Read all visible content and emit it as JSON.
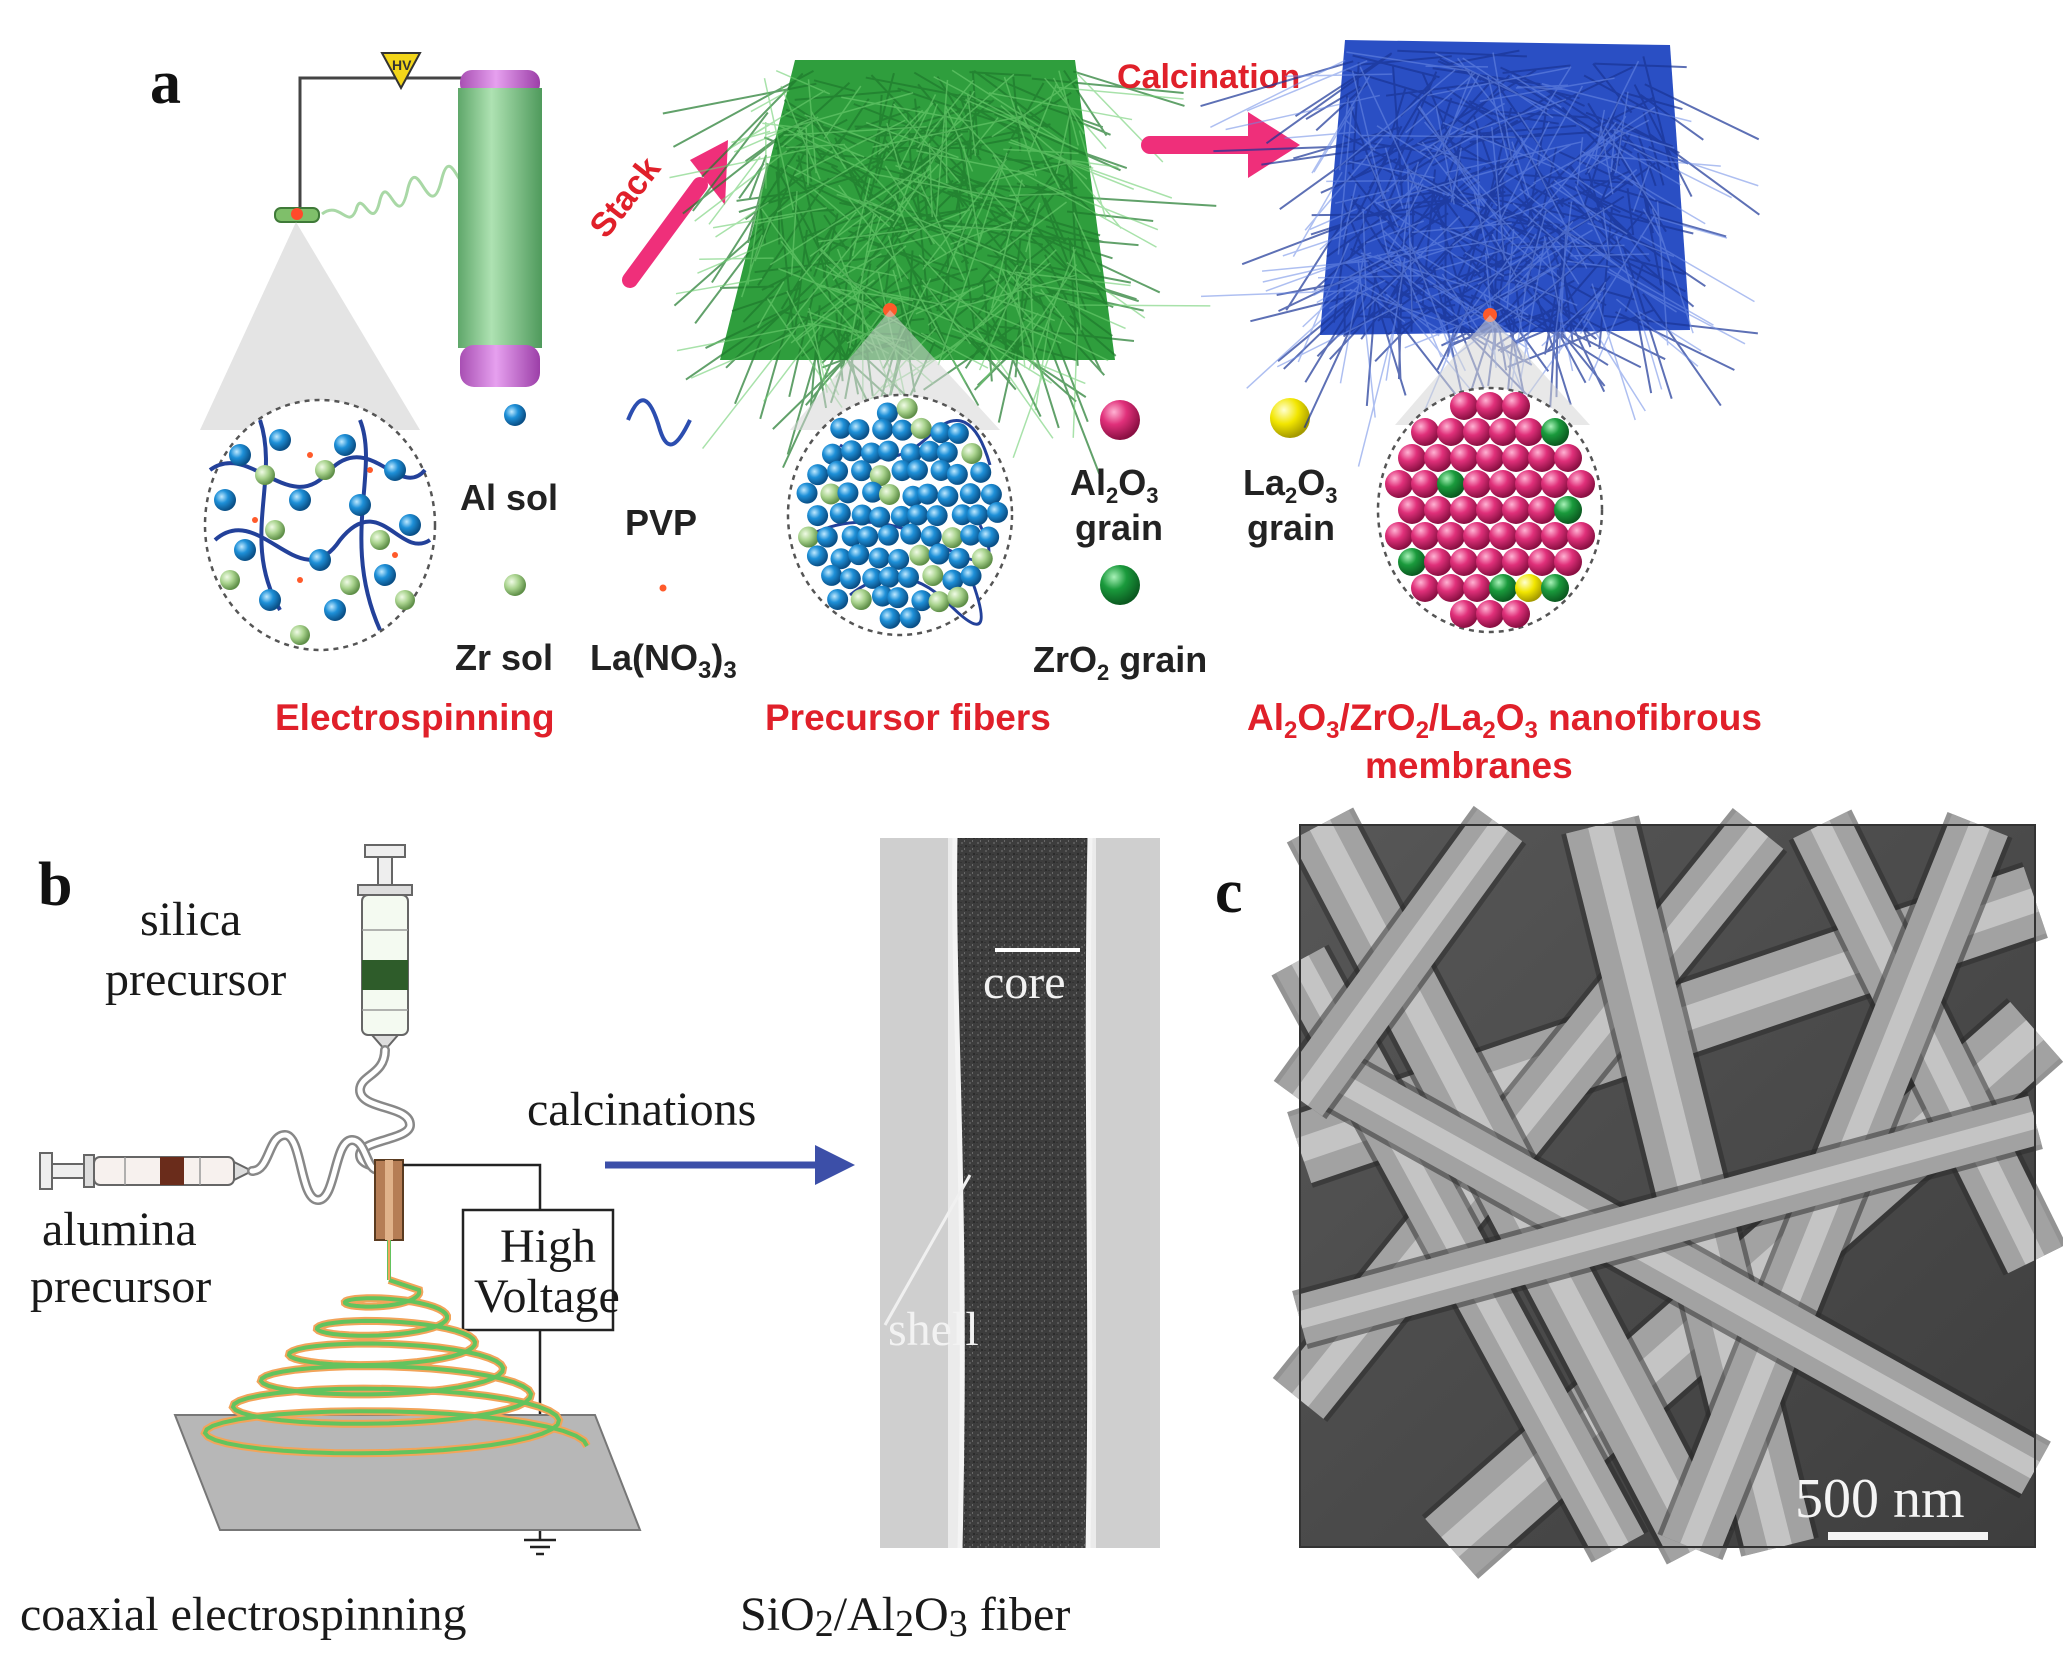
{
  "panel_a": {
    "letter": "a",
    "stack_label": "Stack",
    "calcination_label": "Calcination",
    "legend": {
      "al_sol": "Al sol",
      "zr_sol": "Zr sol",
      "pvp": "PVP",
      "la_nitrate_main": "La(NO",
      "la_nitrate_sub": "3",
      "la_nitrate_close": ")",
      "la_nitrate_sub2": "3",
      "al2o3_a": "Al",
      "al2o3_b": "2",
      "al2o3_c": "O",
      "al2o3_d": "3",
      "al2o3_grain": "grain",
      "la2o3_a": "La",
      "la2o3_b": "2",
      "la2o3_c": "O",
      "la2o3_d": "3",
      "la2o3_grain": "grain",
      "zro2_a": "ZrO",
      "zro2_b": "2",
      "zro2_c": " grain"
    },
    "captions": {
      "electrospinning": "Electrospinning",
      "precursor": "Precursor  fibers",
      "membranes_line2": "membranes",
      "membranes_parts": [
        "Al",
        "2",
        "O",
        "3",
        "/ZrO",
        "2",
        "/La",
        "2",
        "O",
        "3",
        "  nanofibrous"
      ]
    },
    "colors": {
      "blue_sphere": "#1e90d8",
      "green_sphere_light": "#a9d38e",
      "magenta_sphere": "#e0307a",
      "green_grain": "#1a9a3c",
      "yellow_grain": "#f2e600",
      "caption_red": "#e0202a",
      "arrow_pink": "#ef2f7a",
      "precursor_mat": "#2f9e3d",
      "membrane_mat": "#2a4fc4"
    }
  },
  "panel_b": {
    "letter": "b",
    "silica": [
      "silica",
      "precursor"
    ],
    "alumina": [
      "alumina",
      "precursor"
    ],
    "high_voltage": [
      "High",
      "Voltage"
    ],
    "calcinations": "calcinations",
    "caption_left": "coaxial electrospinning",
    "caption_right_parts": [
      "SiO",
      "2",
      "/Al",
      "2",
      "O",
      "3",
      " fiber"
    ],
    "core_label": "core",
    "shell_label": "shell"
  },
  "panel_c": {
    "letter": "c",
    "scalebar": "500 nm"
  }
}
